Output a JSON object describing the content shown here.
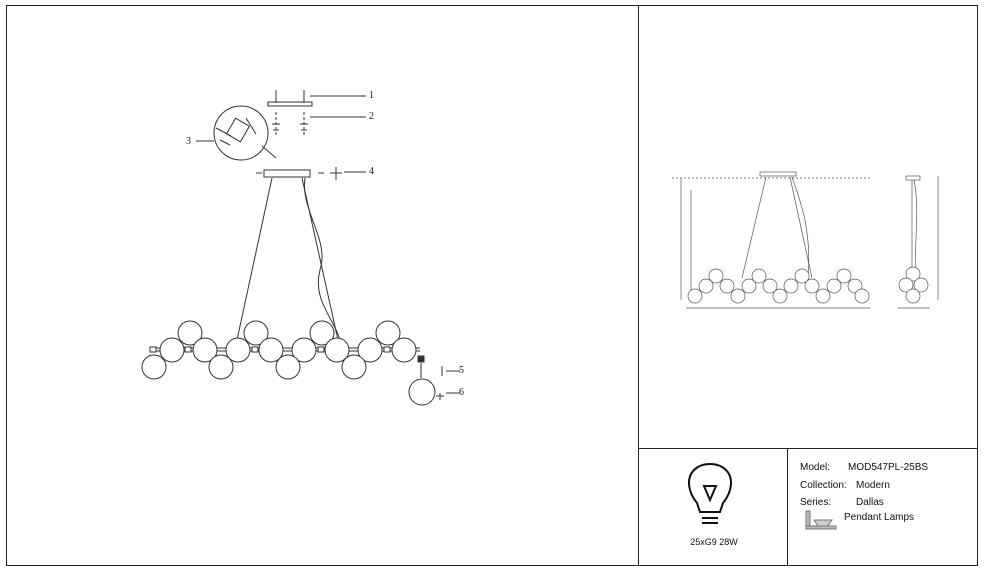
{
  "callouts": [
    "1",
    "2",
    "3",
    "4",
    "5",
    "6"
  ],
  "bulb": {
    "label": "25xG9 28W"
  },
  "info": {
    "model_label": "Model:",
    "model_value": "MOD547PL-25BS",
    "collection_label": "Collection:",
    "collection_value": "Modern",
    "series_label": "Series:",
    "series_value": "Dallas",
    "type_value": "Pendant Lamps"
  }
}
